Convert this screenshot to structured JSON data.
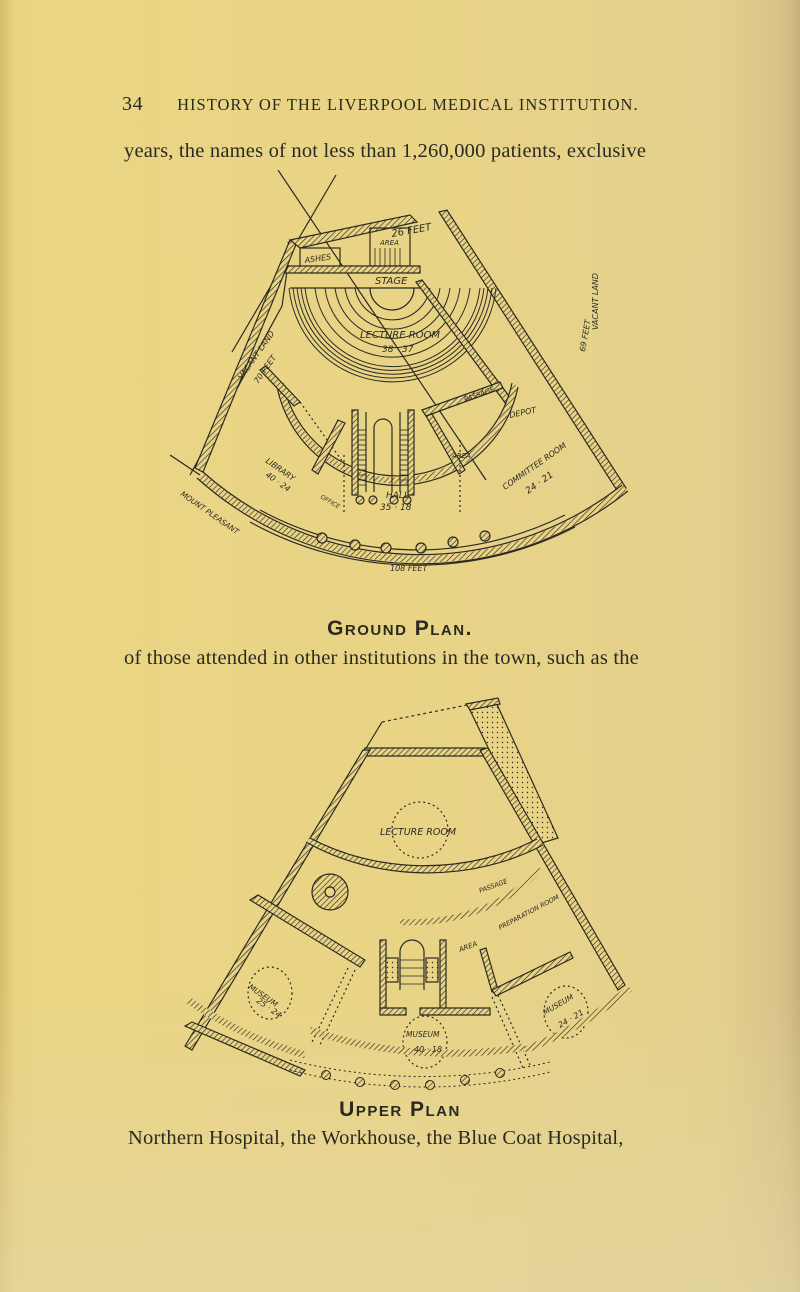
{
  "header": {
    "page_number": "34",
    "running_title": "HISTORY OF THE LIVERPOOL MEDICAL INSTITUTION."
  },
  "body": {
    "line1": "years, the names of not less than 1,260,000 patients, exclusive",
    "line2": "of those attended in other institutions in the town, such as the",
    "line3": "Northern Hospital, the Workhouse, the Blue Coat Hospital,"
  },
  "ground_plan": {
    "caption": "Ground Plan.",
    "labels": {
      "top_width": "26 FEET",
      "ashes": "ASHES",
      "area_top": "AREA",
      "stage": "STAGE",
      "lecture_room": "LECTURE ROOM",
      "lecture_room_dims": "38 · 37",
      "vacant_land_left": "VACANT LAND",
      "vacant_land_left_dims": "70 FEET",
      "vacant_land_right": "VACANT LAND",
      "vacant_land_right_dims": "69 FEET",
      "passage": "PASSAGE",
      "depot": "DEPOT",
      "area_mid": "AREA",
      "library": "LIBRARY",
      "library_dims": "40 · 24",
      "committee_room": "COMMITTEE ROOM",
      "committee_room_dims": "24 · 21",
      "hall": "HALL",
      "hall_dims": "35 · 18",
      "office": "OFFICE",
      "mount_pleasant": "MOUNT PLEASANT",
      "front_width": "108 FEET"
    }
  },
  "upper_plan": {
    "caption": "Upper Plan",
    "labels": {
      "lecture_room": "LECTURE ROOM",
      "passage": "PASSAGE",
      "preparation_room": "PREPARATION ROOM",
      "area": "AREA",
      "museum_left": "MUSEUM",
      "museum_left_dims": "25 · 24",
      "museum_center": "MUSEUM",
      "museum_center_dims": "40 · 18",
      "museum_right": "MUSEUM",
      "museum_right_dims": "24 · 21"
    }
  },
  "colors": {
    "paper": "#e9d486",
    "ink": "#2b2a22"
  }
}
